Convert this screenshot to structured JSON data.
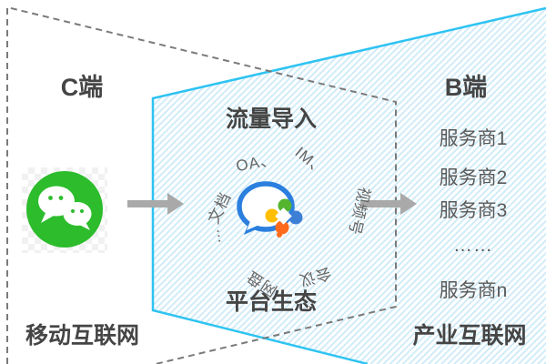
{
  "diagram": {
    "left": {
      "title": "C端",
      "bottom_label": "移动互联网",
      "logo": "wechat-logo"
    },
    "center": {
      "top_label": "流量导入",
      "bottom_label": "平台生态",
      "logo": "wechat-work-logo",
      "ring_items": [
        {
          "label": "OA、"
        },
        {
          "label": "IM、"
        },
        {
          "label": "视频号"
        },
        {
          "label": "会议"
        },
        {
          "label": "网盘"
        },
        {
          "label": "…"
        },
        {
          "label": "文档"
        }
      ]
    },
    "right": {
      "title": "B端",
      "providers": [
        "服务商1",
        "服务商2",
        "服务商3",
        "……",
        "服务商n"
      ],
      "bottom_label": "产业互联网"
    }
  },
  "colors": {
    "hatch_stripe": "#CDEAF8",
    "border_cyan": "#2EC3F2",
    "dash_gray": "#7A7A7A",
    "arrow_gray": "#A9A9A9",
    "wechat_green": "#2CBC2C",
    "work_bubble_blue": "#2B7FDE",
    "petal_green": "#55B531",
    "petal_blue": "#3E7FD6",
    "petal_orange": "#FF6A1C",
    "petal_yellow": "#FFBE00",
    "heading_text": "#454545",
    "body_text": "#595959",
    "ring_text": "#666666"
  }
}
